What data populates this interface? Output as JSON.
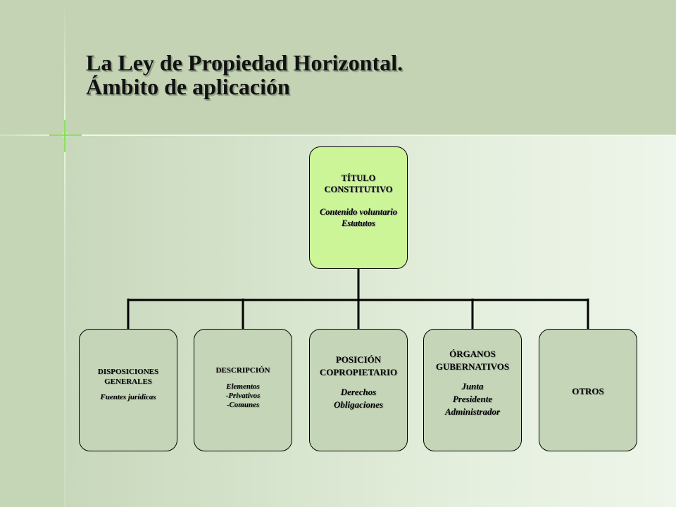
{
  "slide": {
    "title_line1": "La Ley de Propiedad Horizontal.",
    "title_line2": "Ámbito de aplicación"
  },
  "diagram": {
    "root": {
      "heading_line1": "TÍTULO",
      "heading_line2": "CONSTITUTIVO",
      "item1": "Contenido voluntario",
      "item2": "Estatutos"
    },
    "children": [
      {
        "heading_line1": "DISPOSICIONES",
        "heading_line2": "GENERALES",
        "item1": "Fuentes jurídicas"
      },
      {
        "heading": "DESCRIPCIÓN",
        "item1": "Elementos",
        "item2": "-Privativos",
        "item3": "-Comunes"
      },
      {
        "heading_line1": "POSICIÓN",
        "heading_line2": "COPROPIETARIO",
        "item1": "Derechos",
        "item2": "Obligaciones"
      },
      {
        "heading_line1": "ÓRGANOS",
        "heading_line2": "GUBERNATIVOS",
        "item1": "Junta",
        "item2": "Presidente",
        "item3": "Administrador"
      },
      {
        "heading": "OTROS"
      }
    ]
  },
  "colors": {
    "root_fill": "#ccf598",
    "child_fill": "#c4d5b8",
    "header_band": "#c3d3b4"
  }
}
